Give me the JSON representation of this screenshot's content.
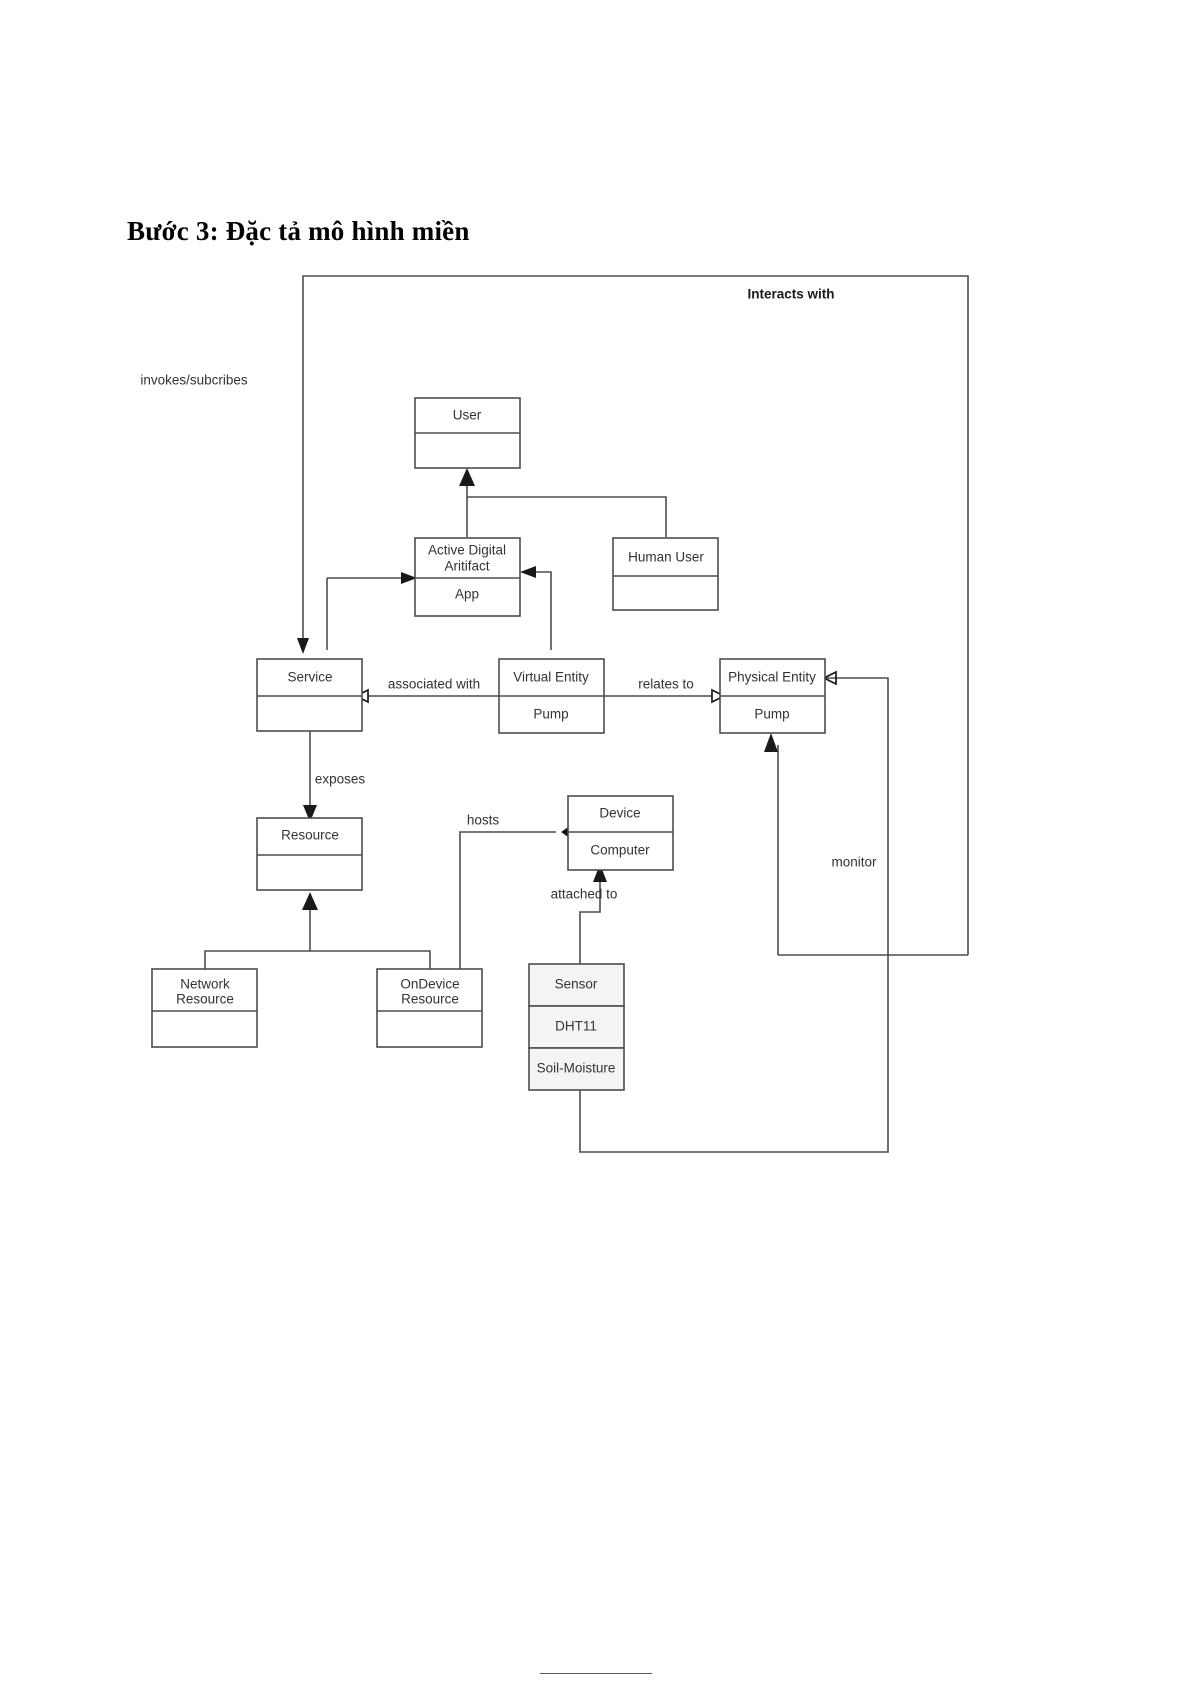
{
  "document": {
    "title": "Bước 3: Đặc tả mô hình miền"
  },
  "diagram": {
    "type": "uml-domain-model",
    "classes": [
      {
        "id": "user",
        "title": "User",
        "subtitle": "",
        "shaded": false
      },
      {
        "id": "active-digital-artifact",
        "title": "Active Digital Aritifact",
        "subtitle": "App",
        "shaded": false
      },
      {
        "id": "human-user",
        "title": "Human User",
        "subtitle": "",
        "shaded": false
      },
      {
        "id": "service",
        "title": "Service",
        "subtitle": "",
        "shaded": false
      },
      {
        "id": "virtual-entity",
        "title": "Virtual Entity",
        "subtitle": "Pump",
        "shaded": false
      },
      {
        "id": "physical-entity",
        "title": "Physical Entity",
        "subtitle": "Pump",
        "shaded": false
      },
      {
        "id": "resource",
        "title": "Resource",
        "subtitle": "",
        "shaded": false
      },
      {
        "id": "device",
        "title": "Device",
        "subtitle": "Computer",
        "shaded": false
      },
      {
        "id": "network-resource",
        "title": "Network Resource",
        "subtitle": "",
        "shaded": false
      },
      {
        "id": "ondevice-resource",
        "title": "OnDevice Resource",
        "subtitle": "",
        "shaded": false
      },
      {
        "id": "sensor",
        "title": "Sensor",
        "subtitle": "DHT11",
        "subtitle2": "Soil-Moisture",
        "shaded": true
      }
    ],
    "edge_labels": {
      "interacts_with": "Interacts with",
      "invokes_subscribes": "invokes/subcribes",
      "associated_with": "associated with",
      "relates_to": "relates to",
      "exposes": "exposes",
      "hosts": "hosts",
      "attached_to": "attached to",
      "monitor": "monitor"
    },
    "colors": {
      "stroke": "#4d4d4d",
      "text": "#333333",
      "shaded_fill": "#f4f4f4",
      "box_fill": "#ffffff"
    }
  }
}
